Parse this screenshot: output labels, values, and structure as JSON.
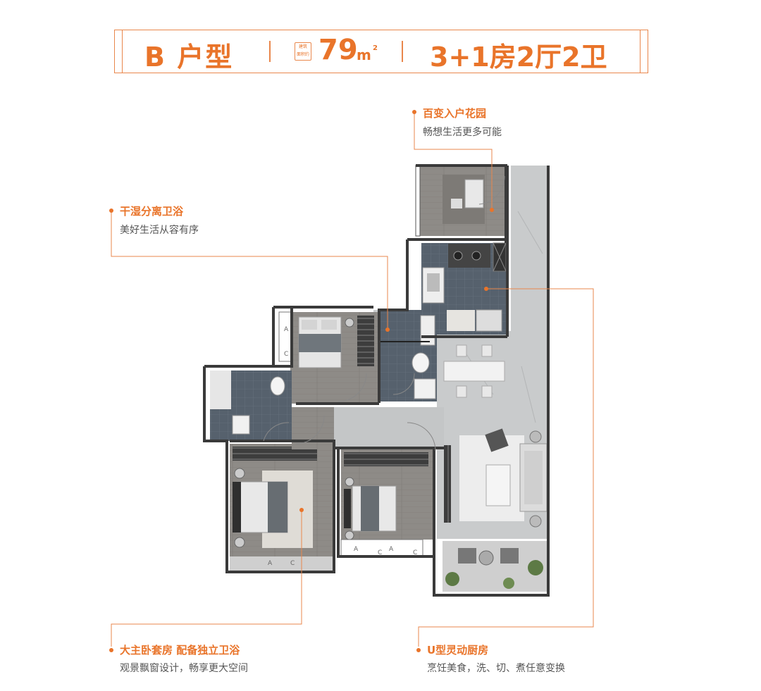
{
  "header": {
    "unit_type": "B 户型",
    "area_tag_line1": "建筑",
    "area_tag_line2": "面积约",
    "area_value": "79",
    "area_unit": "m",
    "area_unit_sup": "2",
    "layout": "3+1房2厅2卫"
  },
  "annotations": {
    "garden": {
      "title": "百变入户花园",
      "subtitle": "畅想生活更多可能"
    },
    "bath": {
      "title": "干湿分离卫浴",
      "subtitle": "美好生活从容有序"
    },
    "master": {
      "title": "大主卧套房  配备独立卫浴",
      "subtitle": "观景飘窗设计，畅享更大空间"
    },
    "kitchen": {
      "title": "U型灵动厨房",
      "subtitle": "烹饪美食，洗、切、煮任意变换"
    }
  },
  "plan_labels": {
    "ac": "A",
    "c": "C"
  },
  "colors": {
    "accent": "#e9742a",
    "wall": "#3a3a3a",
    "wood_floor": "#8d8a86",
    "tile_floor": "#5a6673",
    "marble": "#c9cbcc"
  }
}
